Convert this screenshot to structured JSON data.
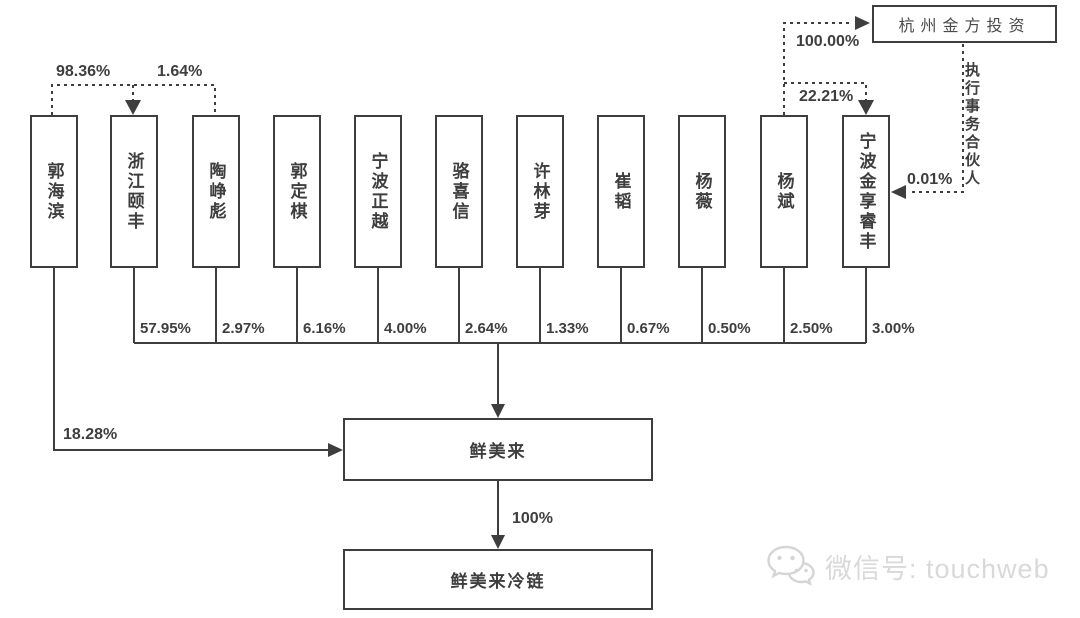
{
  "colors": {
    "line": "#3e3e3e",
    "text": "#3e3e3e",
    "watermark": "#d9d9d9"
  },
  "shareholders": [
    {
      "name": "郭海滨",
      "stake": "18.28%"
    },
    {
      "name": "浙江颐丰",
      "stake": "57.95%"
    },
    {
      "name": "陶峥彪",
      "stake": "2.97%"
    },
    {
      "name": "郭定棋",
      "stake": "6.16%"
    },
    {
      "name": "宁波正越",
      "stake": "4.00%"
    },
    {
      "name": "骆喜信",
      "stake": "2.64%"
    },
    {
      "name": "许林芽",
      "stake": "1.33%"
    },
    {
      "name": "崔韬",
      "stake": "0.67%"
    },
    {
      "name": "杨薇",
      "stake": "0.50%"
    },
    {
      "name": "杨斌",
      "stake": "2.50%"
    },
    {
      "name": "宁波金享睿丰",
      "stake": "3.00%"
    }
  ],
  "companies": {
    "hangzhou_jinfang": "杭州金方投资",
    "xianmeilai": "鲜美来",
    "xianmeilai_coldchain": "鲜美来冷链"
  },
  "relations": {
    "guohaibin_to_zhejiangyifeng": "98.36%",
    "taozhengbiao_to_zhejiangyifeng": "1.64%",
    "yangbin_to_hangzhoujinfang": "100.00%",
    "yangbin_to_ningbojinxiangruifeng": "22.21%",
    "hangzhoujinfang_to_ningbojinxiangruifeng": "0.01%",
    "executive_partner_note": "执行事务合伙人",
    "xianmeilai_to_coldchain": "100%"
  },
  "watermark": {
    "icon": "wechat-icon",
    "text": "微信号: touchweb"
  }
}
